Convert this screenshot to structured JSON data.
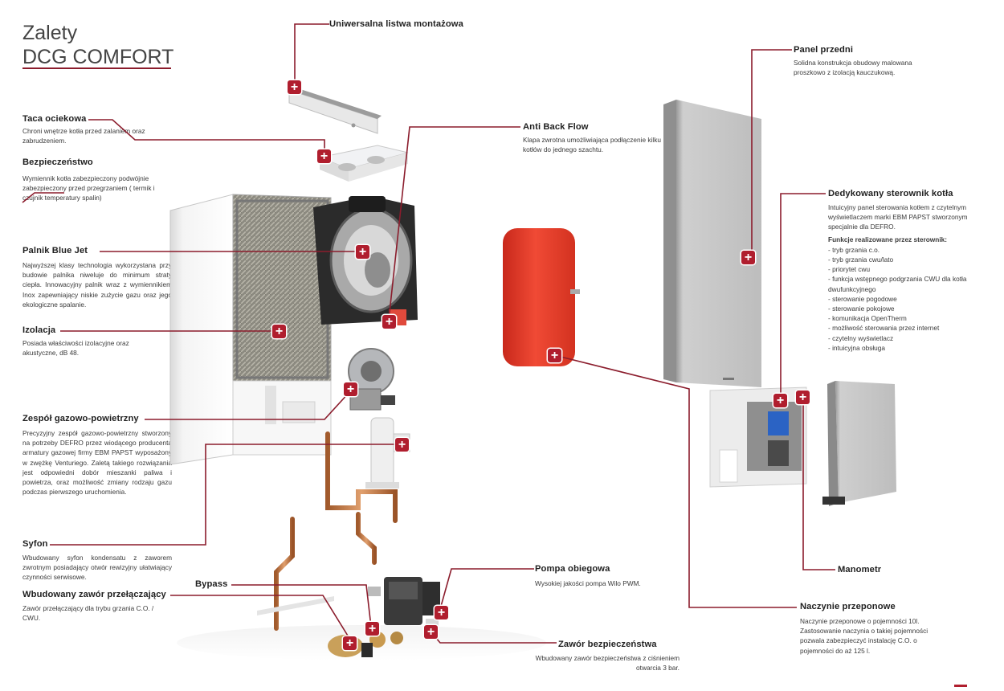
{
  "header": {
    "line1": "Zalety",
    "line2": "DCG COMFORT"
  },
  "colors": {
    "accent": "#b01e2e",
    "line": "#8b1c2c"
  },
  "labels": {
    "listwa": "Uniwersalna listwa montażowa",
    "taca": "Taca ociekowa",
    "bezpieczenstwo": "Bezpieczeństwo",
    "palnik": "Palnik Blue Jet",
    "izolacja": "Izolacja",
    "zespol": "Zespół gazowo-powietrzny",
    "syfon": "Syfon",
    "bypass": "Bypass",
    "zawor_przel": "Wbudowany zawór przełączający",
    "antiback": "Anti Back Flow",
    "panel": "Panel przedni",
    "sterownik": "Dedykowany sterownik kotła",
    "manometr": "Manometr",
    "pompa": "Pompa obiegowa",
    "naczynie": "Naczynie przeponowe",
    "zawor_bezp": "Zawór bezpieczeństwa"
  },
  "descriptions": {
    "taca": "Chroni wnętrze kotła przed zalaniem oraz zabrudzeniem.",
    "bezpieczenstwo": "Wymiennik kotła zabezpieczony podwójnie zabezpieczony przed przegrzaniem ( termik i czujnik temperatury spalin)",
    "palnik": "Najwyższej klasy technologia wykorzystana przy budowie palnika niweluje do minimum straty ciepła. Innowacyjny palnik wraz z wymiennikiem Inox zapewniający niskie zużycie gazu oraz jego ekologiczne spalanie.",
    "izolacja": "Posiada właściwości izolacyjne oraz akustyczne, dB 48.",
    "zespol": "Precyzyjny zespół gazowo-powietrzny stworzony na potrzeby DEFRO przez wiodącego producenta armatury gazowej firmy EBM PAPST wyposażony w zwężkę Venturiego. Zaletą takiego rozwiązania jest odpowiedni dobór mieszanki paliwa i powietrza, oraz możliwość zmiany rodzaju gazu podczas pierwszego uruchomienia.",
    "syfon": "Wbudowany syfon kondensatu z zaworem zwrotnym posiadający otwór rewizyjny ułatwiający czynności serwisowe.",
    "zawor_przel": "Zawór przełączający dla trybu grzania C.O. / CWU.",
    "antiback": "Klapa zwrotna umożliwiająca podłączenie kilku kotłów do jednego szachtu.",
    "panel": "Solidna konstrukcja obudowy malowana proszkowo z izolacją kauczukową.",
    "sterownik": "Intuicyjny panel sterowania kotłem z czytelnym wyświetlaczem marki EBM PAPST stworzonym specjalnie dla DEFRO.",
    "pompa": "Wysokiej jakości pompa Wilo PWM.",
    "naczynie": "Naczynie przeponowe o pojemności 10l. Zastosowanie naczynia o takiej pojemności pozwala zabezpieczyć instalację C.O. o pojemności do aż 125 l.",
    "zawor_bezp": "Wbudowany zawór bezpieczeństwa z ciśnieniem otwarcia 3 bar."
  },
  "sterownik_functions": {
    "heading": "Funkcje realizowane przez sterownik:",
    "items": [
      "- tryb grzania c.o.",
      "- tryb grzania cwu/lato",
      "- priorytet cwu",
      "- funkcja wstępnego podgrzania CWU dla kotła dwufunkcyjnego",
      "- sterowanie pogodowe",
      "- sterowanie pokojowe",
      "- komunikacja OpenTherm",
      "- możliwość sterowania przez internet",
      "- czytelny wyświetlacz",
      "- intuicyjna obsługa"
    ]
  },
  "marker_glyph": "+",
  "icons": {
    "marker": "plus-square-icon"
  }
}
